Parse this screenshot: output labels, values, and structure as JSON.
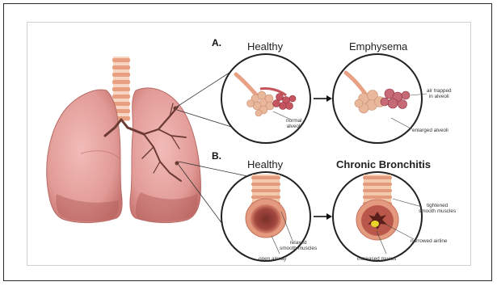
{
  "section_a": {
    "letter": "A.",
    "healthy_title": "Healthy",
    "disease_title": "Emphysema",
    "callouts": {
      "normal_alveoli_1": "normal",
      "normal_alveoli_2": "alveoli",
      "air_trapped_1": "air trapped",
      "air_trapped_2": "in alveoli",
      "enlarged_alveoli": "enlarged alveoli"
    }
  },
  "section_b": {
    "letter": "B.",
    "healthy_title": "Healthy",
    "disease_title": "Chronic Bronchitis",
    "callouts": {
      "relaxed_1": "relaxed",
      "relaxed_2": "smooth muscles",
      "open_airway": "open airway",
      "tightened_1": "tightened",
      "tightened_2": "smooth muscles",
      "narrowed_airline": "narrowed airline",
      "increased_mucus": "increased mucus"
    }
  },
  "colors": {
    "lung_fill": "#e7a4a1",
    "lung_shade": "#c97874",
    "lung_inner": "#d88d8a",
    "trachea_ring": "#e9a081",
    "trachea_gap": "#f7d7c3",
    "bronchi": "#6b3a33",
    "alveoli_healthy": "#e9b79a",
    "alveoli_damaged": "#c76a78",
    "mucus": "#e9d52a"
  }
}
